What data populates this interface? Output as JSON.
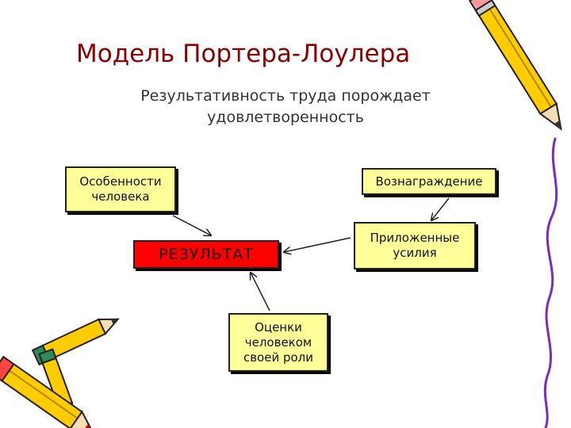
{
  "title": "Модель Портера-Лоулера",
  "subtitle": "Результативность труда порождает удовлетворенность",
  "nodes": {
    "features": "Особенности человека",
    "reward": "Вознаграждение",
    "effort": "Приложенные усилия",
    "result": "РЕЗУЛЬТАТ",
    "role": "Оценки человеком своей роли"
  },
  "colors": {
    "title": "#8b0000",
    "box_yellow": "#ffff99",
    "box_red": "#ff0000",
    "pencil_yellow": "#ffcc00",
    "pencil_green": "#2e8b57"
  },
  "icons": [
    "pencil-icon"
  ]
}
